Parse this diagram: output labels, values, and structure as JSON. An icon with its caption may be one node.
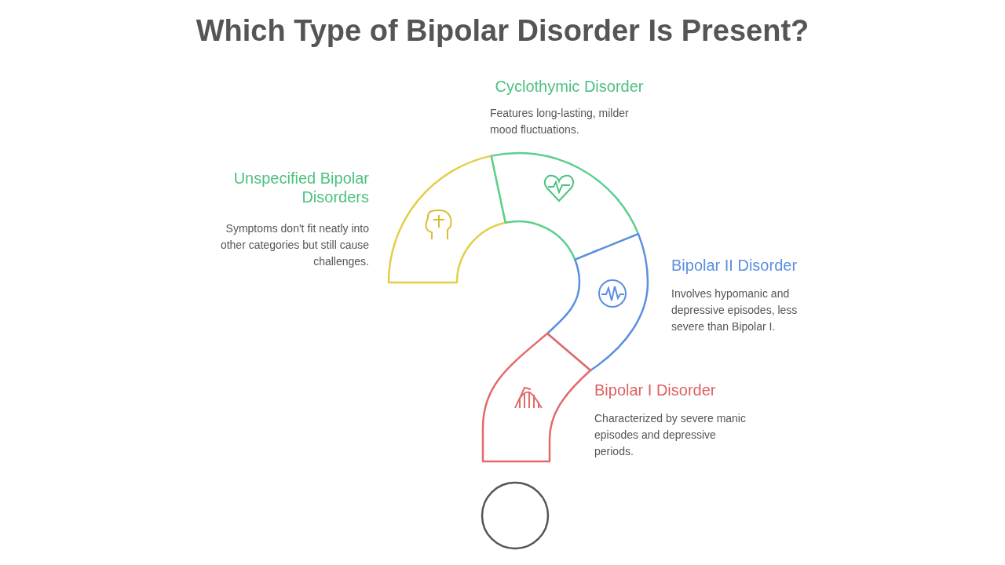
{
  "diagram": {
    "title": "Which Type of Bipolar Disorder Is Present?",
    "labels": [
      "Cyclothymic Disorder",
      "Features long-lasting, milder mood fluctuations.",
      "Unspecified Bipolar Disorders",
      "Symptoms don't fit neatly into other categories but still cause challenges.",
      "Bipolar II Disorder",
      "Involves hypomanic and depressive episodes, less severe than Bipolar I.",
      "Bipolar I Disorder",
      "Characterized by severe manic episodes and depressive periods."
    ]
  }
}
